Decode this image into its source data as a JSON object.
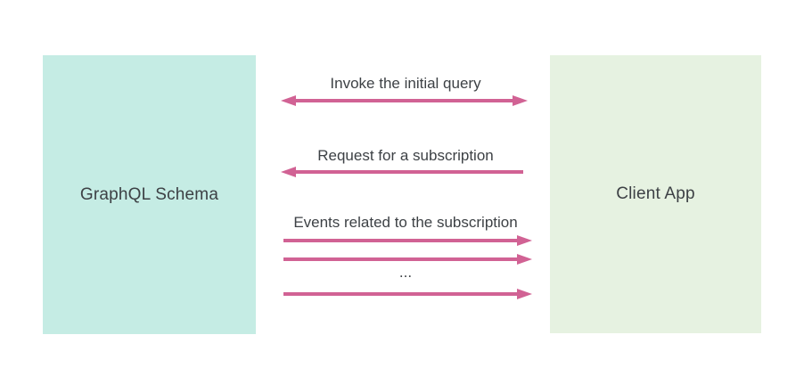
{
  "diagram": {
    "colors": {
      "background": "#ffffff",
      "text": "#3d4145",
      "arrow": "#d16294",
      "left_box_fill": "#c5ece4",
      "right_box_fill": "#e6f2e1"
    },
    "nodes": {
      "left": {
        "label": "GraphQL Schema"
      },
      "right": {
        "label": "Client App"
      }
    },
    "messages": [
      {
        "label": "Invoke the initial query",
        "direction": "both"
      },
      {
        "label": "Request for a subscription",
        "direction": "left"
      },
      {
        "label": "Events related to the subscription",
        "direction": "right"
      },
      {
        "label": "",
        "direction": "right"
      },
      {
        "label": "...",
        "direction": "right"
      }
    ]
  }
}
